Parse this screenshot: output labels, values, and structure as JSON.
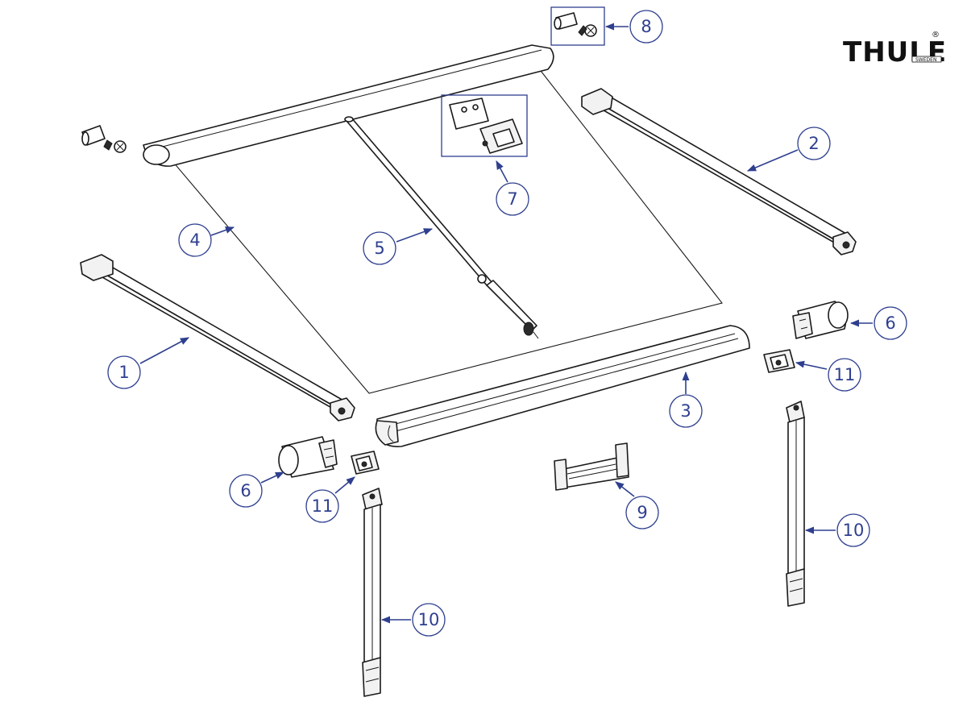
{
  "brand": {
    "logo_text": "THULE",
    "logo_sub": "SWEDEN",
    "registered_mark": "®"
  },
  "callouts": [
    {
      "id": "c1",
      "label": "1",
      "part": "support arm left"
    },
    {
      "id": "c2",
      "label": "2",
      "part": "support arm right"
    },
    {
      "id": "c3",
      "label": "3",
      "part": "front lead rail"
    },
    {
      "id": "c4",
      "label": "4",
      "part": "awning fabric"
    },
    {
      "id": "c5",
      "label": "5",
      "part": "rafter tension bar"
    },
    {
      "id": "c6a",
      "label": "6",
      "part": "end cap right"
    },
    {
      "id": "c6b",
      "label": "6",
      "part": "end cap left"
    },
    {
      "id": "c7",
      "label": "7",
      "part": "mounting bracket"
    },
    {
      "id": "c8",
      "label": "8",
      "part": "end plug with screw"
    },
    {
      "id": "c9",
      "label": "9",
      "part": "lead rail clip"
    },
    {
      "id": "c10a",
      "label": "10",
      "part": "leg right"
    },
    {
      "id": "c10b",
      "label": "10",
      "part": "leg left"
    },
    {
      "id": "c11a",
      "label": "11",
      "part": "leg bracket right"
    },
    {
      "id": "c11b",
      "label": "11",
      "part": "leg bracket left"
    }
  ],
  "colors": {
    "callout_blue": "#2e3f8f",
    "line_black": "#1a1a1a",
    "background": "#ffffff"
  }
}
